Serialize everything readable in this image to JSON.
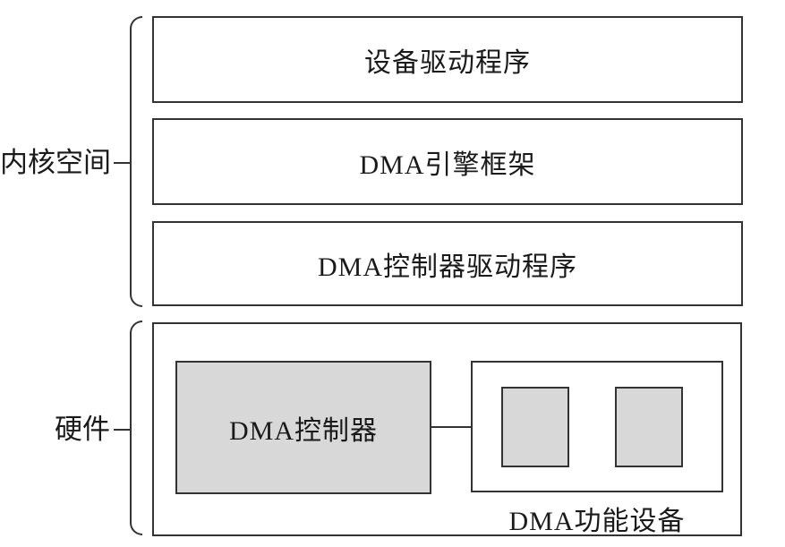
{
  "sections": {
    "kernel": {
      "label": "内核空间",
      "boxes": [
        {
          "label": "设备驱动程序"
        },
        {
          "label": "DMA引擎框架"
        },
        {
          "label": "DMA控制器驱动程序"
        }
      ]
    },
    "hardware": {
      "label": "硬件",
      "controller": {
        "label": "DMA控制器"
      },
      "device_group": {
        "label": "DMA功能设备",
        "unit_count": 2
      }
    }
  },
  "connections": [
    {
      "from": "DMA控制器",
      "to": "DMA功能设备",
      "type": "arrow-right"
    }
  ],
  "colors": {
    "line": "#333333",
    "fill_gray": "#d8d8d8",
    "background": "#ffffff",
    "text": "#1a1a1a"
  }
}
